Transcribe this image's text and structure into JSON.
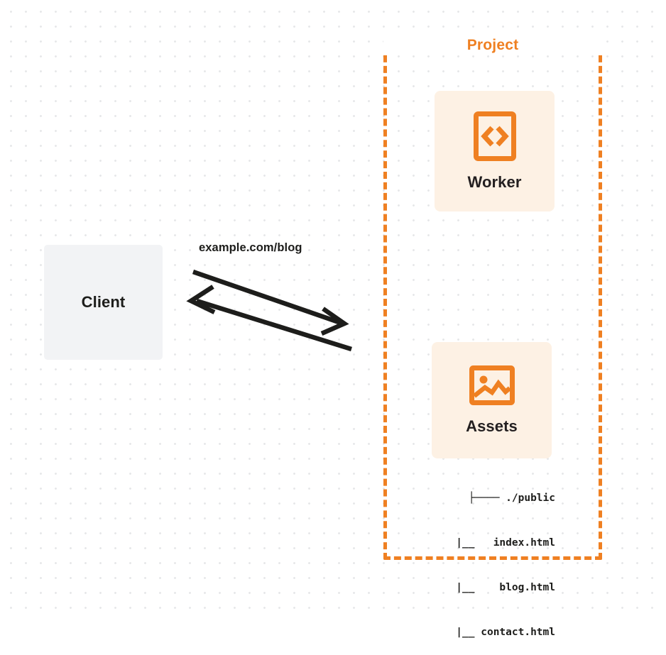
{
  "diagram": {
    "background": "dot-grid",
    "accent_color": "#ef8022",
    "card_fill": "#fdf1e4",
    "client_fill": "#f2f3f5",
    "text_color": "#1d1d1b"
  },
  "client": {
    "label": "Client"
  },
  "edge": {
    "label": "example.com/blog",
    "direction": "bidirectional",
    "color": "#1d1d1b"
  },
  "project": {
    "title": "Project",
    "border_style": "dashed",
    "border_color": "#ef8022"
  },
  "worker": {
    "label": "Worker",
    "icon": "code-brackets-icon"
  },
  "assets": {
    "label": "Assets",
    "icon": "image-picture-icon",
    "file_tree": [
      "├──── ./public",
      "    |__   index.html",
      "    |__    blog.html",
      "    |__ contact.html"
    ]
  }
}
